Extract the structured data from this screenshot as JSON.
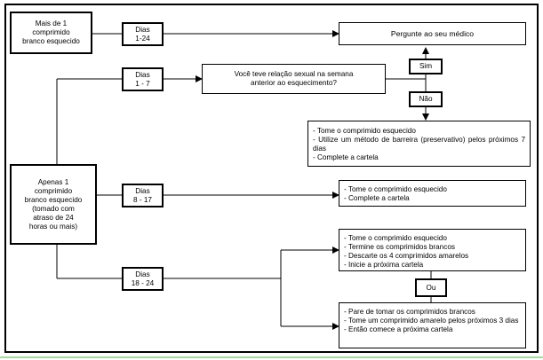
{
  "boxes": {
    "forgot_over_one": [
      "Mais de 1",
      "comprimido",
      "branco esquecido"
    ],
    "days_1_24": [
      "Dias",
      "1-24"
    ],
    "ask_doctor": "Pergunte ao seu médico",
    "days_1_7": [
      "Dias",
      "1 - 7"
    ],
    "question": [
      "Você teve relação sexual na semana",
      "anterior ao esquecimento?"
    ],
    "yes": "Sim",
    "no": "Não",
    "no_instructions": [
      "- Tome o comprimido esquecido",
      "- Utilize um método de barreira (preservativo) pelos próximos 7 dias",
      "- Complete a cartela"
    ],
    "only_one_forgot": [
      "Apenas 1",
      "comprimido",
      "branco esquecido",
      "(tomado com",
      "atraso de 24",
      "horas ou mais)"
    ],
    "days_8_17": [
      "Dias",
      "8 - 17"
    ],
    "days_8_17_instructions": [
      "- Tome o comprimido esquecido",
      "- Complete a cartela"
    ],
    "days_18_24": [
      "Dias",
      "18 - 24"
    ],
    "days_18_24_option_a": [
      "- Tome o comprimido esquecido",
      "- Termine os comprimidos brancos",
      "- Descarte os 4 comprimidos amarelos",
      "- Inicie a próxima cartela"
    ],
    "or": "Ou",
    "days_18_24_option_b": [
      "- Pare de tomar os comprimidos brancos",
      "- Tome um comprimido amarelo pelos próximos 3 dias",
      "- Então comece a próxima cartela"
    ]
  }
}
